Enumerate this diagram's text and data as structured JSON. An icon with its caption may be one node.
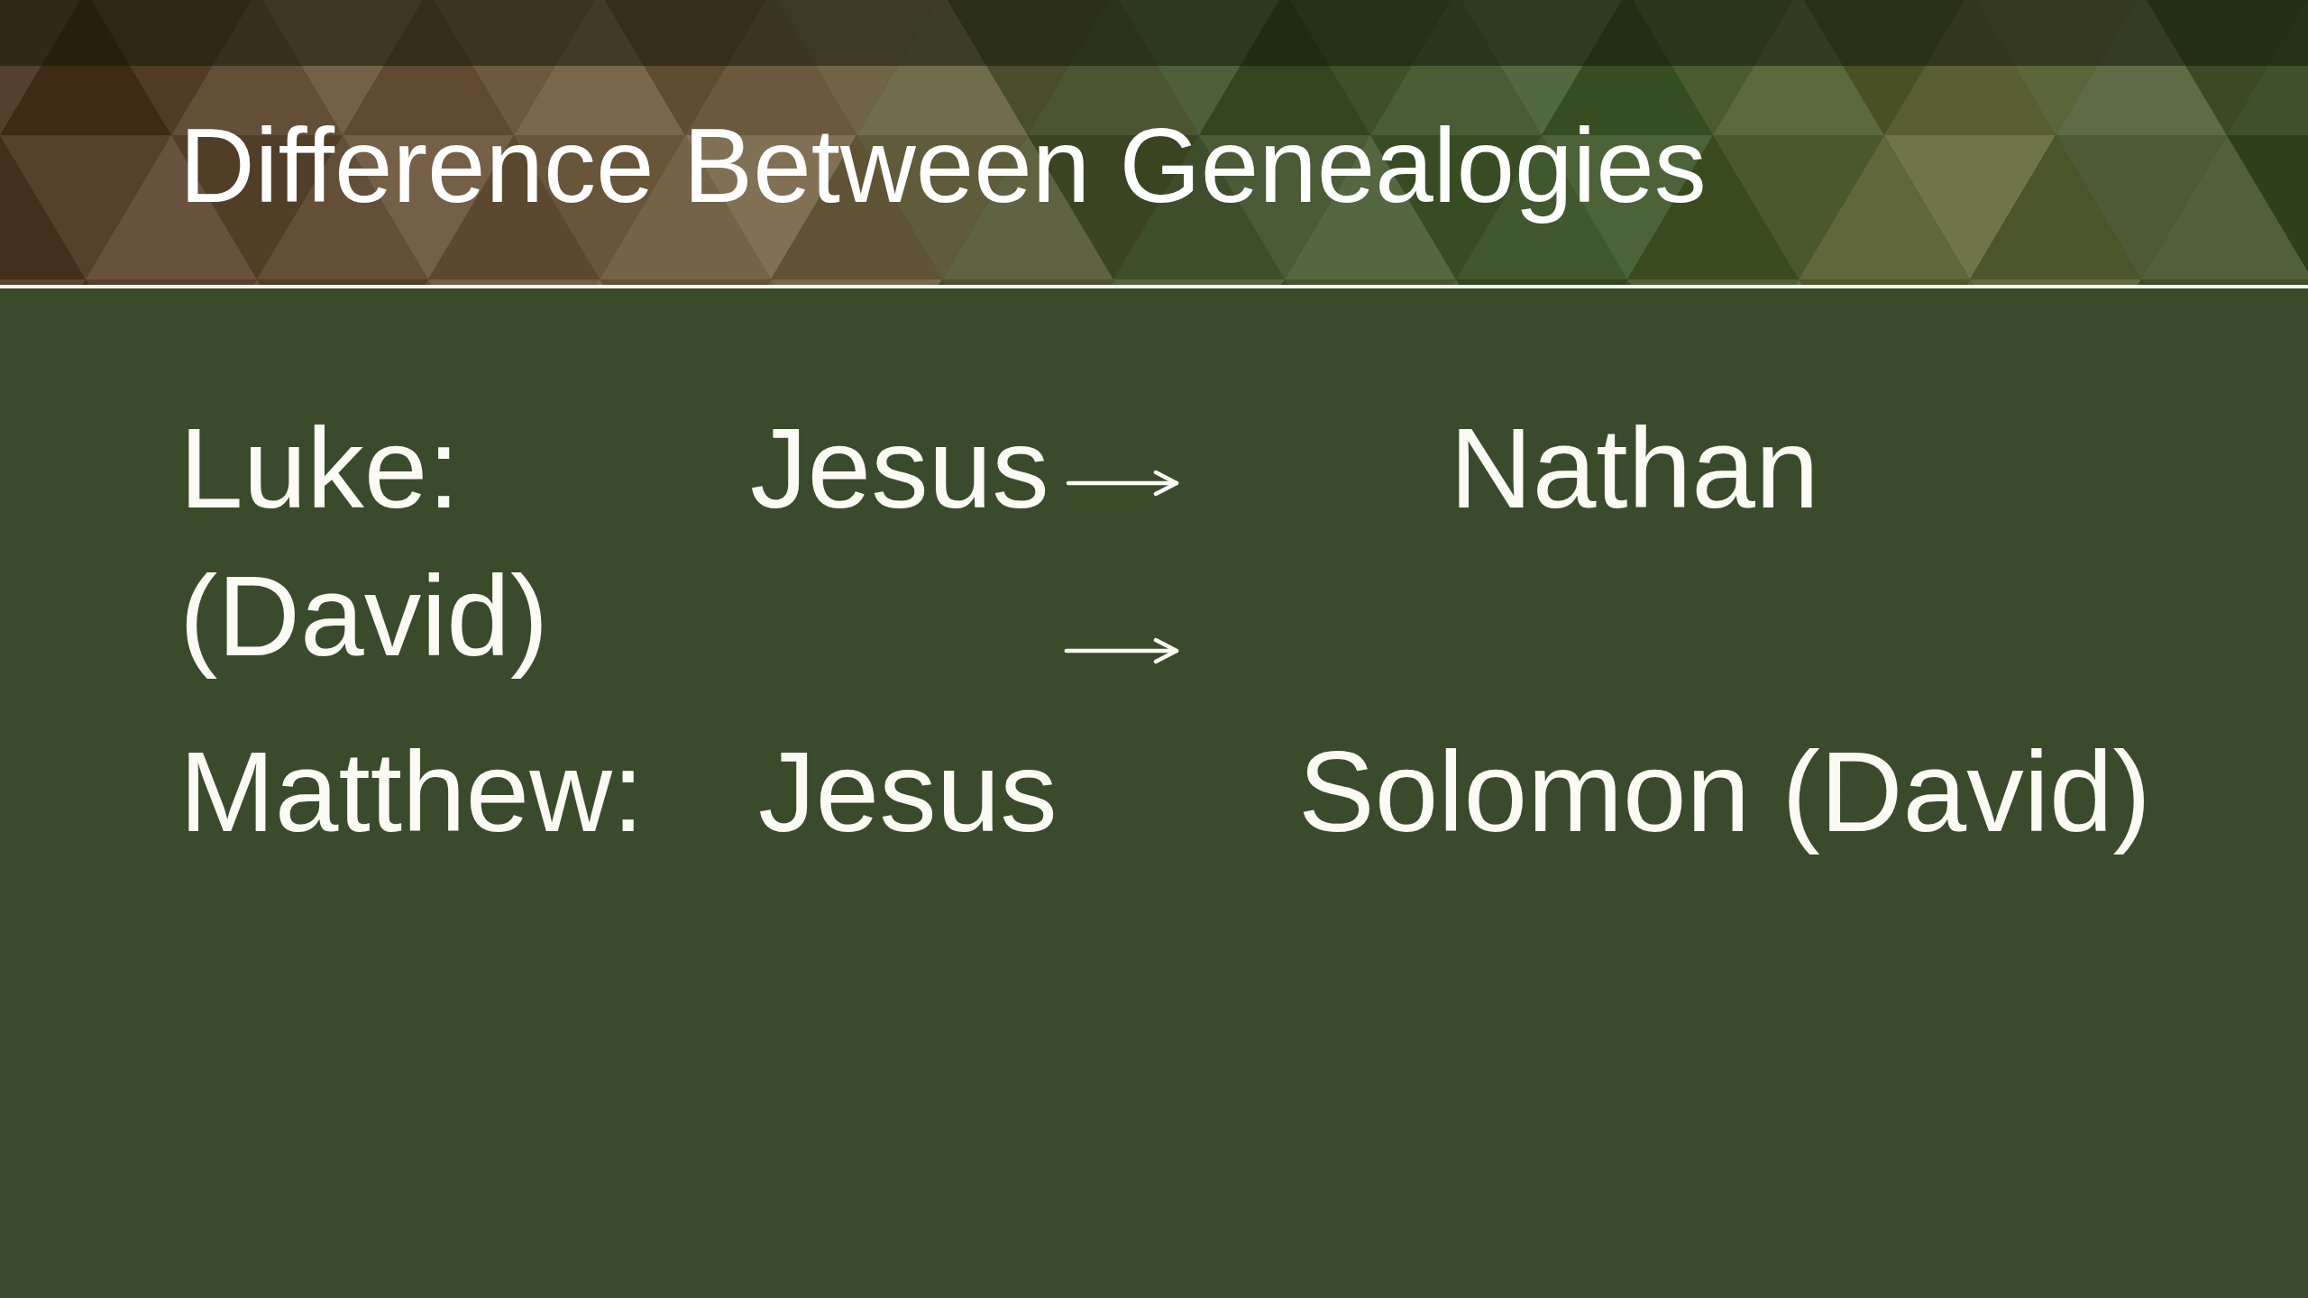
{
  "diagram": {
    "title": "Difference Between Genealogies",
    "nodes": [
      {
        "text": [
          "Jesus"
        ]
      },
      {
        "text": [
          "Nathan"
        ]
      },
      {
        "text": [
          "Jesus"
        ]
      },
      {
        "text": [
          "Solomon (David)"
        ]
      }
    ],
    "edges": [
      {
        "from": 0,
        "to": null,
        "arrow": "to"
      },
      {
        "from": 2,
        "to": 3,
        "arrow": "to"
      }
    ],
    "labels": [
      "Luke:",
      "(David)",
      "Matthew:"
    ]
  }
}
